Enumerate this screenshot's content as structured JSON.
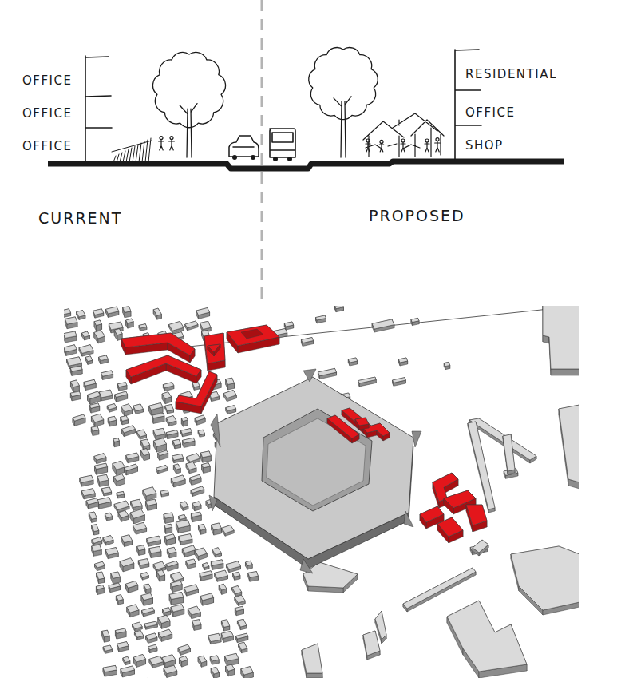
{
  "diagram": {
    "nodes": [
      {
        "text": [
          "OFFICE"
        ]
      },
      {
        "text": [
          "OFFICE"
        ]
      },
      {
        "text": [
          "OFFICE"
        ]
      },
      {
        "text": [
          "RESIDENTIAL"
        ]
      },
      {
        "text": [
          "OFFICE"
        ]
      },
      {
        "text": [
          "SHOP"
        ]
      }
    ],
    "labels": [
      "CURRENT",
      "PROPOSED"
    ]
  }
}
